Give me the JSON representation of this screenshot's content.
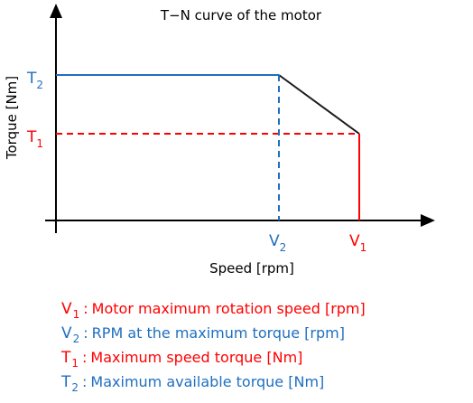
{
  "title": "T−N curve of the motor",
  "axes": {
    "ylabel": "Torque [Nm]",
    "xlabel": "Speed [rpm]"
  },
  "markers": {
    "t2": {
      "letter": "T",
      "sub": "2"
    },
    "t1": {
      "letter": "T",
      "sub": "1"
    },
    "v2": {
      "letter": "V",
      "sub": "2"
    },
    "v1": {
      "letter": "V",
      "sub": "1"
    }
  },
  "legend": [
    {
      "letter": "V",
      "sub": "1",
      "text": "Motor maximum rotation speed [rpm]",
      "color": "#ff0000"
    },
    {
      "letter": "V",
      "sub": "2",
      "text": "RPM at the maximum torque [rpm]",
      "color": "#1f6fc0"
    },
    {
      "letter": "T",
      "sub": "1",
      "text": "Maximum speed torque [Nm]",
      "color": "#ff0000"
    },
    {
      "letter": "T",
      "sub": "2",
      "text": "Maximum available torque [Nm]",
      "color": "#1f6fc0"
    }
  ],
  "colors": {
    "blue": "#1f6fc0",
    "red": "#ff0000",
    "black": "#000000",
    "slope": "#1a1a1a"
  }
}
